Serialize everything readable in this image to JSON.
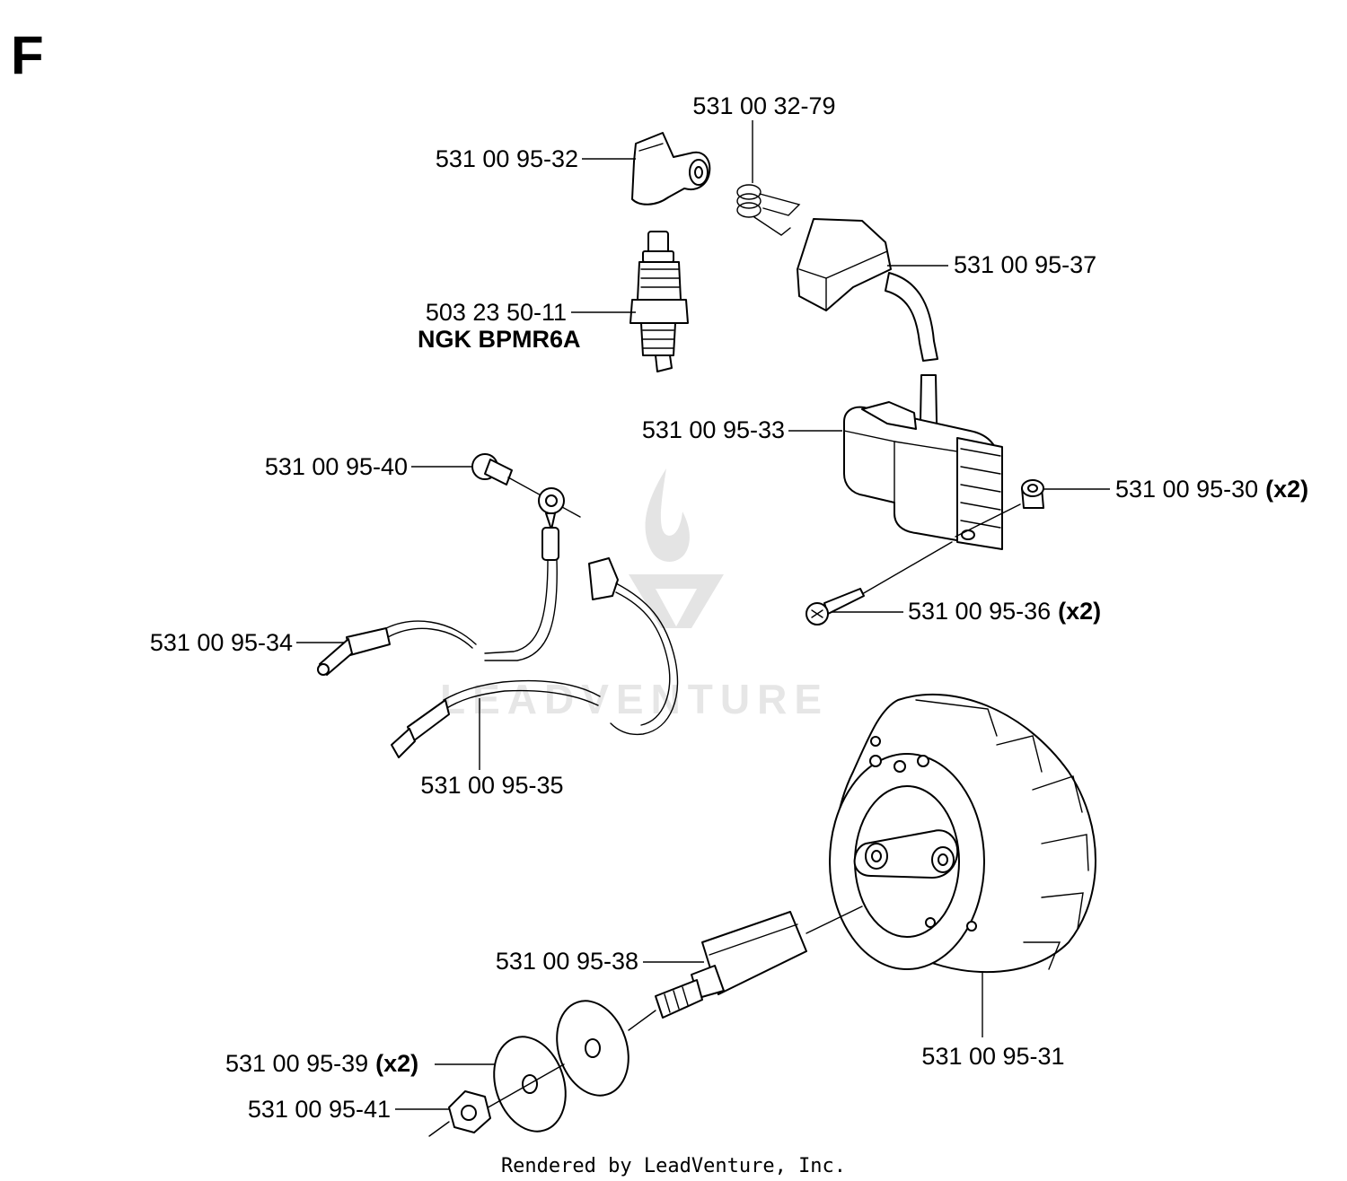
{
  "section_letter": "F",
  "watermark_text": "LEADVENTURE",
  "footer_text": "Rendered by LeadVenture, Inc.",
  "callouts": [
    {
      "id": "spark-plug-cap",
      "part_number": "531 00 95-32",
      "qty": ""
    },
    {
      "id": "spring",
      "part_number": "531 00 32-79",
      "qty": ""
    },
    {
      "id": "ignition-cable",
      "part_number": "531 00 95-37",
      "qty": ""
    },
    {
      "id": "spark-plug",
      "part_number": "503 23 50-11",
      "qty": "",
      "note": "NGK BPMR6A"
    },
    {
      "id": "ignition-module",
      "part_number": "531 00 95-33",
      "qty": ""
    },
    {
      "id": "ground-screw",
      "part_number": "531 00 95-40",
      "qty": ""
    },
    {
      "id": "spacer",
      "part_number": "531 00 95-30",
      "qty": "(x2)"
    },
    {
      "id": "module-screw",
      "part_number": "531 00 95-36",
      "qty": "(x2)"
    },
    {
      "id": "short-circuit-cable",
      "part_number": "531 00 95-34",
      "qty": ""
    },
    {
      "id": "connecting-cable",
      "part_number": "531 00 95-35",
      "qty": ""
    },
    {
      "id": "flywheel",
      "part_number": "531 00 95-31",
      "qty": ""
    },
    {
      "id": "stud",
      "part_number": "531 00 95-38",
      "qty": ""
    },
    {
      "id": "washer",
      "part_number": "531 00 95-39",
      "qty": "(x2)"
    },
    {
      "id": "nut",
      "part_number": "531 00 95-41",
      "qty": ""
    }
  ]
}
